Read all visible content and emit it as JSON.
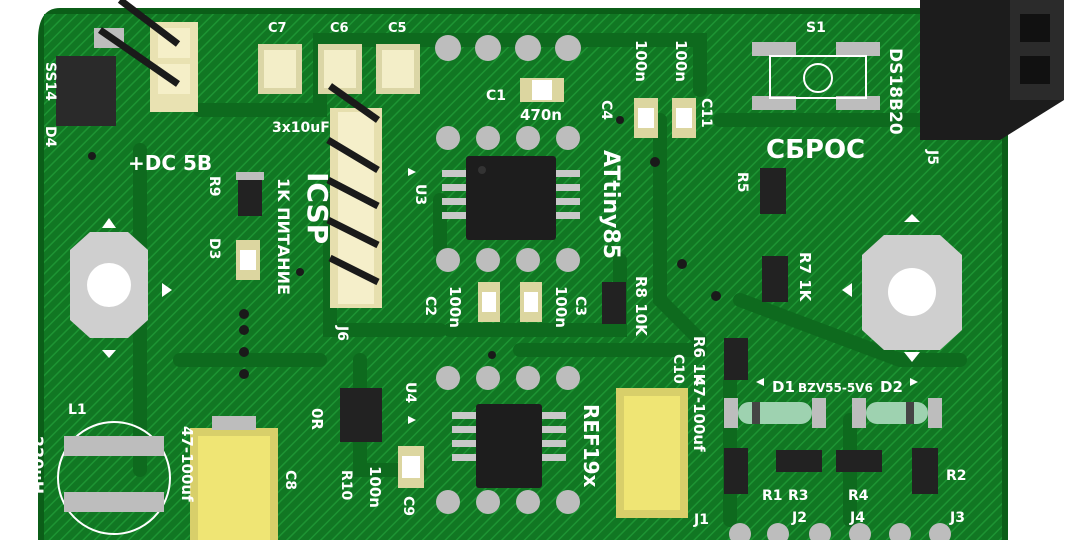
{
  "colors": {
    "background": "#ffffff",
    "board": "#0d6b1c",
    "copper_pour": "#15862a",
    "trace": "#1c9a33",
    "pad": "#c9c9c9",
    "silkscreen": "#ffffff",
    "ic_body": "#1a1a1a",
    "header_body": "#f2ecc0",
    "tantalum": "#efe068"
  },
  "labels": {
    "c7": "C7",
    "c6": "C6",
    "c5": "C5",
    "s1": "S1",
    "ds18b20": "DS18B20",
    "c1": "C1",
    "c1_value": "470n",
    "c4": "C4",
    "c11": "C11",
    "c4_value": "100n",
    "c11_value": "100n",
    "cap_array": "3x10uF",
    "reset": "СБРОС",
    "dc_in": "+DC 5B",
    "d4": "D4",
    "ss14": "SS14",
    "u3": "U3",
    "attiny": "ATtiny85",
    "r5": "R5",
    "j5": "J5",
    "r9": "R9",
    "r9_value": "1K ПИТАНИЕ",
    "icsp": "ICSP",
    "d3": "D3",
    "c2": "C2",
    "c2_value": "100n",
    "c3": "C3",
    "c3_value": "100n",
    "r8": "R8 10K",
    "r7": "R7 1K",
    "j6": "J6",
    "r6": "R6 1K",
    "c10": "C10",
    "c10_value": "47-100uf",
    "d1": "D1",
    "zener": "BZV55-5V6",
    "d2": "D2",
    "u4": "U4",
    "ref": "REF19x",
    "l1": "L1",
    "l1_value": "220uH",
    "c8": "C8",
    "c8_value": "47-100uf",
    "r10": "R10",
    "r10_value": "0R",
    "c9": "C9",
    "c9_value": "100n",
    "j1": "J1",
    "r1": "R1",
    "r3": "R3",
    "j2": "J2",
    "r4": "R4",
    "j4": "J4",
    "r2": "R2",
    "j3": "J3"
  }
}
